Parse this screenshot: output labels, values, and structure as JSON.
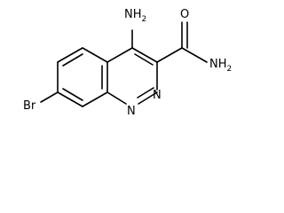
{
  "molecule": {
    "atom_labels": {
      "nh2_top": "NH",
      "nh2_top_sub": "2",
      "oxygen": "O",
      "nh2_amide": "NH",
      "nh2_amide_sub": "2",
      "bromine": "Br",
      "n1": "N",
      "n2": "N"
    }
  }
}
